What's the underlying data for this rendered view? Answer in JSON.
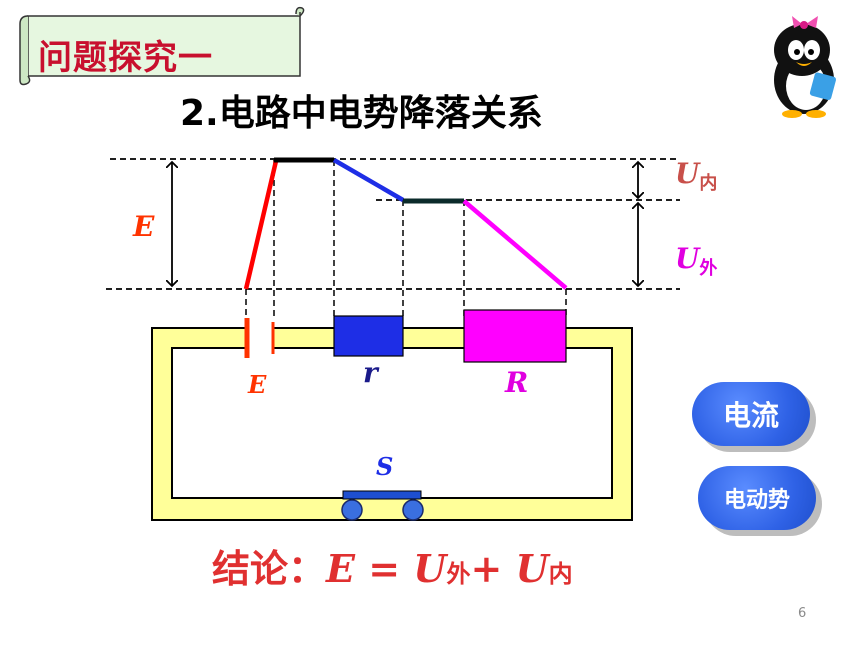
{
  "slide": {
    "banner_text": "问题探究一",
    "title": "2.电路中电势降落关系",
    "page_number": "6"
  },
  "diagram": {
    "label_emf": "E",
    "label_u_inner_main": "U",
    "label_u_inner_sub": "内",
    "label_u_outer_main": "U",
    "label_u_outer_sub": "外",
    "label_battery": "E",
    "label_internal_resistor": "r",
    "label_external_resistor": "R",
    "label_switch": "S"
  },
  "buttons": {
    "current": "电流",
    "emf": "电动势"
  },
  "conclusion": {
    "prefix": "结论：",
    "e": "E",
    "eq": " = ",
    "u1": "U",
    "u1_sub": "外",
    "plus": "+ ",
    "u2": "U",
    "u2_sub": "内"
  },
  "colors": {
    "banner_text": "#c8102e",
    "emf_segment": "#ff0000",
    "internal_drop": "#1e2ee6",
    "external_drop": "#ff00ff",
    "wire": "#ffff99",
    "button": "#2f62e6"
  }
}
